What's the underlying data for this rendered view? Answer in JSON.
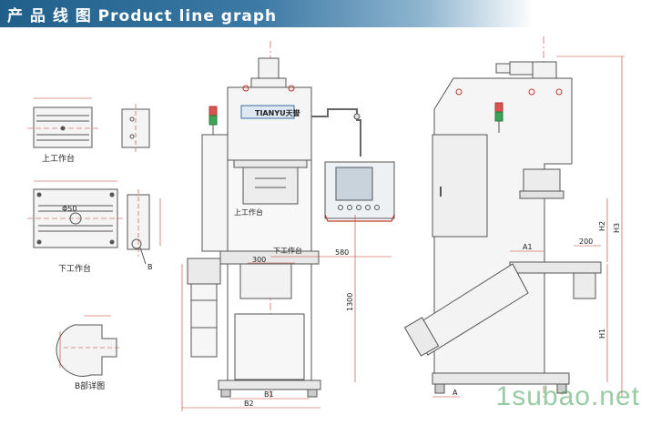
{
  "header": {
    "title": "产 品 线 图 Product line graph"
  },
  "views": {
    "upper_table": {
      "caption": "上工作台"
    },
    "lower_table": {
      "caption": "下工作台",
      "hole_label": "Φ50",
      "detail_tag": "B"
    },
    "detail_b": {
      "caption": "B部详图"
    },
    "front": {
      "brand": "TIANYU天誉",
      "upper_label": "上工作台",
      "lower_label": "下工作台",
      "dim_300": "300",
      "dim_580": "580",
      "dim_1300": "1300",
      "dim_b1": "B1",
      "dim_b2": "B2"
    },
    "side": {
      "dim_a1": "A1",
      "dim_200": "200",
      "dim_h1": "H1",
      "dim_h2": "H2",
      "dim_h3": "H3",
      "dim_a": "A"
    }
  },
  "watermark": "1subao.net",
  "colors": {
    "header_dark": "#1f5f8a",
    "line": "#555555",
    "dim_red": "#c0392b",
    "accent_red": "#d9534f",
    "accent_green": "#3aa655"
  }
}
